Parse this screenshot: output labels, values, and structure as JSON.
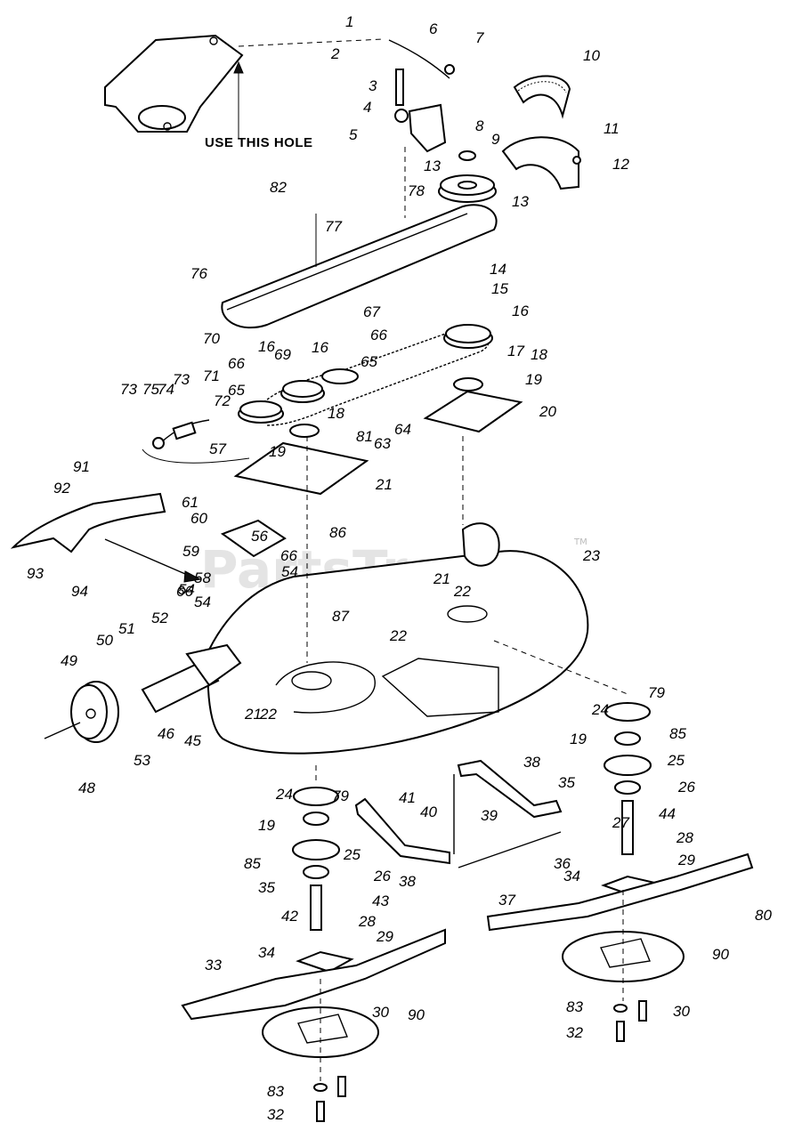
{
  "note": "USE THIS HOLE",
  "watermark": "PartsTree",
  "watermark_tm": "TM",
  "labels": [
    "1",
    "2",
    "3",
    "4",
    "5",
    "6",
    "7",
    "8",
    "9",
    "10",
    "11",
    "12",
    "13",
    "13",
    "14",
    "15",
    "16",
    "16",
    "16",
    "17",
    "18",
    "18",
    "19",
    "19",
    "19",
    "19",
    "20",
    "21",
    "21",
    "21",
    "22",
    "22",
    "22",
    "23",
    "24",
    "24",
    "25",
    "25",
    "26",
    "26",
    "27",
    "28",
    "28",
    "29",
    "29",
    "30",
    "30",
    "32",
    "32",
    "33",
    "34",
    "34",
    "35",
    "35",
    "36",
    "37",
    "38",
    "38",
    "39",
    "40",
    "41",
    "42",
    "43",
    "44",
    "45",
    "46",
    "48",
    "49",
    "50",
    "51",
    "52",
    "53",
    "54",
    "54",
    "54",
    "56",
    "57",
    "58",
    "59",
    "60",
    "61",
    "63",
    "64",
    "65",
    "65",
    "66",
    "66",
    "66",
    "66",
    "67",
    "69",
    "70",
    "71",
    "72",
    "73",
    "73",
    "74",
    "75",
    "76",
    "77",
    "78",
    "79",
    "79",
    "80",
    "81",
    "82",
    "83",
    "83",
    "85",
    "85",
    "86",
    "87",
    "90",
    "90",
    "91",
    "92",
    "93",
    "94"
  ]
}
